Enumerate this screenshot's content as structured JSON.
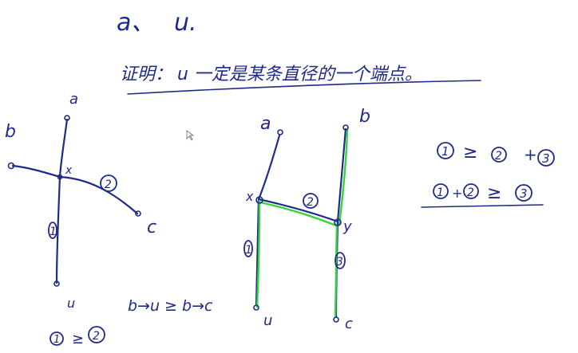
{
  "header": {
    "symbol_a": "a、",
    "symbol_u": "u."
  },
  "statement": {
    "prefix": "证明：",
    "text": "u 一定是某条直径的一个端点。"
  },
  "tree1": {
    "labels": {
      "a": "a",
      "b": "b",
      "c": "c",
      "u": "u",
      "x": "x"
    },
    "edge_labels": {
      "one": "1",
      "two": "2"
    }
  },
  "tree2": {
    "labels": {
      "a": "a",
      "b": "b",
      "c": "c",
      "u": "u",
      "x": "x",
      "y": "y"
    },
    "edge_labels": {
      "one": "1",
      "two": "2",
      "three": "3"
    }
  },
  "bottom": {
    "ineq_left": "1",
    "ineq_op": "≥",
    "ineq_right": "2",
    "path_text": "b→u ≥ b→c"
  },
  "right_notes": {
    "line1": {
      "a": "1",
      "op": "≥",
      "b": "2",
      "plus": "+",
      "c": "3"
    },
    "line2": {
      "a": "1",
      "plus": "+",
      "b": "2",
      "op": "≥",
      "c": "3"
    }
  },
  "colors": {
    "ink": "#1f2a8a",
    "highlight": "#35d43a",
    "background": "#ffffff"
  }
}
